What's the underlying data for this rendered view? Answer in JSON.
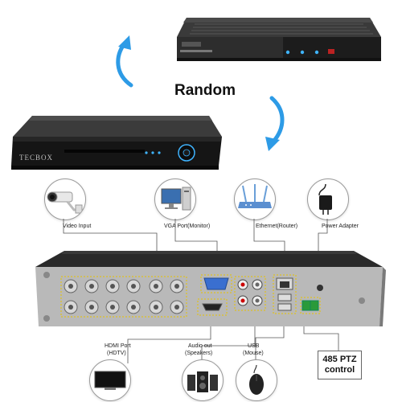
{
  "title": "Random",
  "brand": "TECBOX",
  "labels": {
    "video_input": "Video Input",
    "vga_port": "VGA Port(Monitor)",
    "ethernet": "Ethernet(Router)",
    "power_adapter": "Power Adapter",
    "hdmi_port_line1": "HDMI Port",
    "hdmi_port_line2": "(HDTV)",
    "audio_out_line1": "Audio out",
    "audio_out_line2": "(Speakers)",
    "usb_line1": "USB",
    "usb_line2": "(Mouse)",
    "ptz_line1": "485 PTZ",
    "ptz_line2": "control"
  },
  "colors": {
    "arrow": "#2d9be6",
    "device_body": "#2a2a2a",
    "back_panel": "#b8b8b8",
    "yellow_dash": "#e6c400"
  }
}
